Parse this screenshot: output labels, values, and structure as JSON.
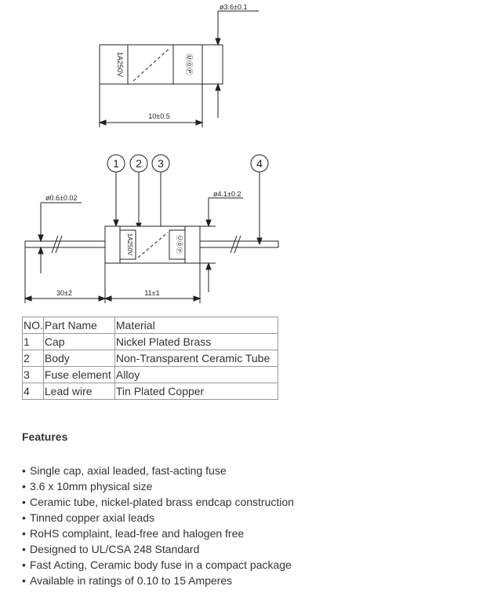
{
  "drawing": {
    "top_dim_diameter": "ø3.6±0.1",
    "top_dim_length": "10±0.5",
    "top_body_marking": "1A250V",
    "endcap_marking": "Ⓤ⓪Ⓟ",
    "lead_dim_diameter": "ø0.6±0.02",
    "side_dim_diameter": "ø4.1±0.2",
    "lead_dim_length": "30±2",
    "side_dim_length": "11±1",
    "callouts": [
      "1",
      "2",
      "3",
      "4"
    ]
  },
  "parts_table": {
    "headers": [
      "NO.",
      "Part Name",
      "Material"
    ],
    "rows": [
      [
        "1",
        "Cap",
        "Nickel Plated Brass"
      ],
      [
        "2",
        "Body",
        "Non-Transparent Ceramic Tube"
      ],
      [
        "3",
        "Fuse element",
        "Alloy"
      ],
      [
        "4",
        "Lead wire",
        "Tin Plated Copper"
      ]
    ]
  },
  "features": {
    "title": "Features",
    "bullet": "•",
    "items": [
      "Single cap, axial leaded, fast-acting fuse",
      "3.6 x 10mm physical size",
      "Ceramic tube, nickel-plated brass endcap construction",
      "Tinned copper axial leads",
      "RoHS complaint, lead-free and halogen free",
      "Designed to UL/CSA 248 Standard",
      "Fast Acting, Ceramic body fuse in a compact package",
      "Available in ratings of 0.10 to 15 Amperes"
    ]
  },
  "colors": {
    "line": "#222222",
    "text": "#333333",
    "table_border": "#999999"
  }
}
